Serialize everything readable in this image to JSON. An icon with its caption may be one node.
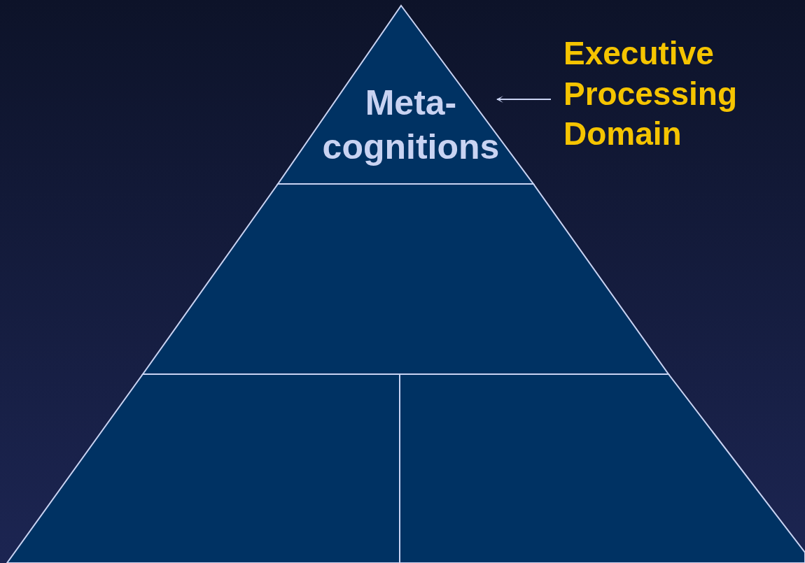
{
  "diagram": {
    "nodes": [
      {
        "text": [
          "Meta- cognitions"
        ]
      },
      {
        "text": [
          "Executive Processing Domain"
        ]
      },
      {
        "text": [],
        "shape": "trapezoid"
      },
      {
        "text": [],
        "shape": "trapezoid"
      },
      {
        "text": [],
        "shape": "trapezoid"
      }
    ],
    "edges": [
      {
        "from": 1,
        "to": 0,
        "arrow": "to"
      }
    ]
  }
}
